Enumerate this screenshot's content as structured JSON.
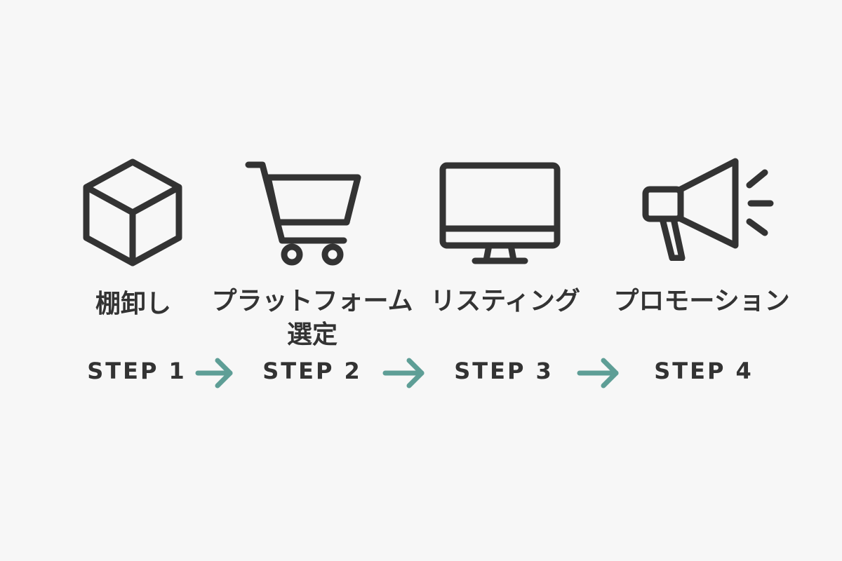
{
  "colors": {
    "background": "#f7f7f7",
    "text": "#333333",
    "arrow": "#5e9e96"
  },
  "steps": [
    {
      "icon": "box-icon",
      "label": "棚卸し",
      "step": "STEP 1"
    },
    {
      "icon": "shopping-cart-icon",
      "label": "プラットフォーム\n選定",
      "label_line1": "プラットフォーム",
      "label_line2": "選定",
      "step": "STEP 2"
    },
    {
      "icon": "monitor-icon",
      "label": "リスティング",
      "step": "STEP 3"
    },
    {
      "icon": "megaphone-icon",
      "label": "プロモーション",
      "step": "STEP 4"
    }
  ]
}
